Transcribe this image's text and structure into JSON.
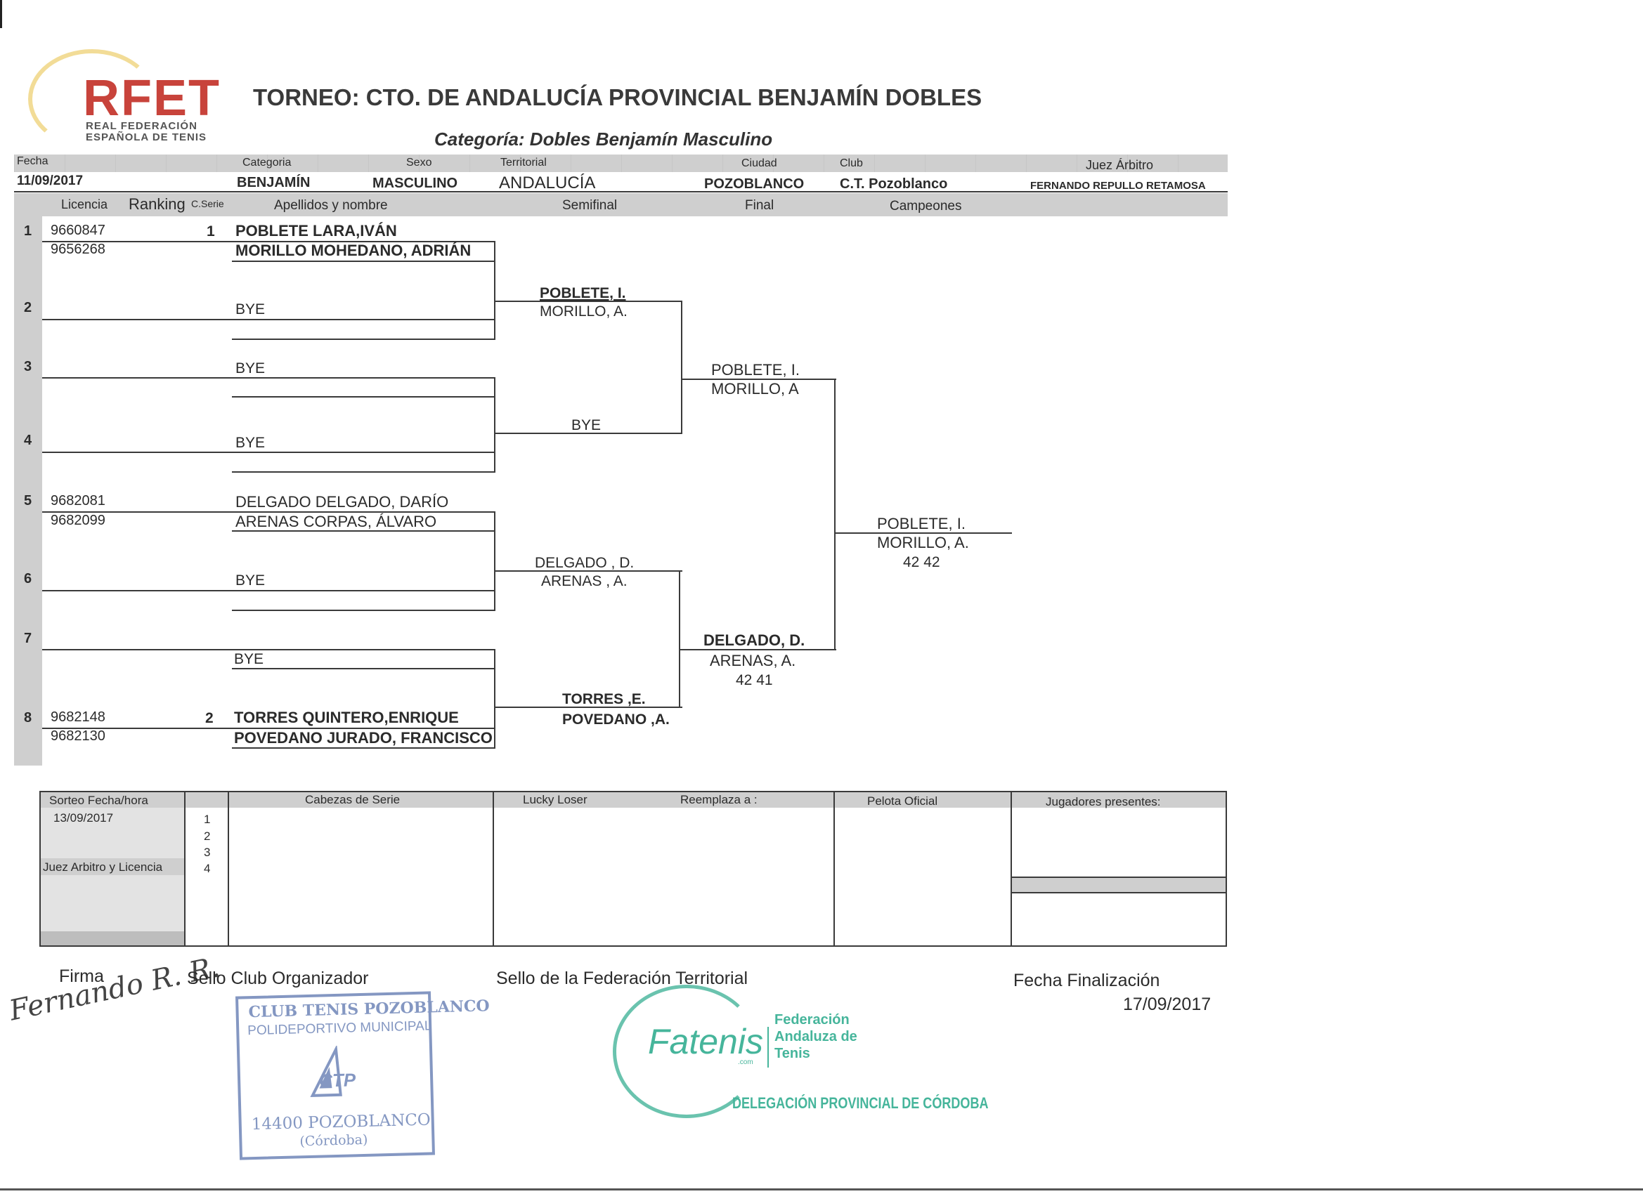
{
  "logo": {
    "text": "RFET",
    "sub1": "REAL FEDERACIÓN",
    "sub2": "ESPAÑOLA DE TENIS"
  },
  "title": "TORNEO:  CTO. DE ANDALUCÍA PROVINCIAL BENJAMÍN DOBLES",
  "subtitle": "Categoría:  Dobles  Benjamín Masculino",
  "info_labels": {
    "fecha": "Fecha",
    "categoria": "Categoria",
    "sexo": "Sexo",
    "territorial": "Territorial",
    "ciudad": "Ciudad",
    "club": "Club",
    "juez": "Juez Árbitro"
  },
  "info_values": {
    "fecha": "11/09/2017",
    "categoria": "BENJAMÍN",
    "sexo": "MASCULINO",
    "territorial": "ANDALUCÍA",
    "ciudad": "POZOBLANCO",
    "club": "C.T. Pozoblanco",
    "juez": "FERNANDO REPULLO RETAMOSA"
  },
  "col_headers": {
    "licencia": "Licencia",
    "ranking": "Ranking",
    "cserie": "C.Serie",
    "apellidos": "Apellidos y nombre",
    "semifinal": "Semifinal",
    "final": "Final",
    "campeones": "Campeones"
  },
  "draw": [
    {
      "num": "1",
      "lic1": "9660847",
      "lic2": "9656268",
      "seed": "1",
      "p1": "POBLETE LARA,IVÁN",
      "p2": "MORILLO MOHEDANO, ADRIÁN"
    },
    {
      "num": "2",
      "lic1": "",
      "lic2": "",
      "seed": "",
      "p1": "BYE",
      "p2": ""
    },
    {
      "num": "3",
      "lic1": "",
      "lic2": "",
      "seed": "",
      "p1": "BYE",
      "p2": ""
    },
    {
      "num": "4",
      "lic1": "",
      "lic2": "",
      "seed": "",
      "p1": "BYE",
      "p2": ""
    },
    {
      "num": "5",
      "lic1": "9682081",
      "lic2": "9682099",
      "seed": "",
      "p1": "DELGADO DELGADO, DARÍO",
      "p2": "ARENAS CORPAS, ÁLVARO"
    },
    {
      "num": "6",
      "lic1": "",
      "lic2": "",
      "seed": "",
      "p1": "BYE",
      "p2": ""
    },
    {
      "num": "7",
      "lic1": "",
      "lic2": "",
      "seed": "",
      "p1": "BYE",
      "p2": ""
    },
    {
      "num": "8",
      "lic1": "9682148",
      "lic2": "9682130",
      "seed": "2",
      "p1": "TORRES QUINTERO,ENRIQUE",
      "p2": "POVEDANO JURADO, FRANCISCO"
    }
  ],
  "semifinal": [
    {
      "l1": "POBLETE, I.",
      "l2": "MORILLO, A."
    },
    {
      "l1": "BYE",
      "l2": ""
    },
    {
      "l1": "DELGADO , D.",
      "l2": "ARENAS , A."
    },
    {
      "l1": "TORRES ,E.",
      "l2": "POVEDANO ,A."
    }
  ],
  "final": [
    {
      "l1": "POBLETE, I.",
      "l2": "MORILLO, A",
      "score": ""
    },
    {
      "l1": "DELGADO, D.",
      "l2": "ARENAS, A.",
      "score": "42 41"
    }
  ],
  "champion": {
    "l1": "POBLETE, I.",
    "l2": "MORILLO, A.",
    "score": "42 42"
  },
  "bottom": {
    "sorteo_label": "Sorteo Fecha/hora",
    "sorteo_value": "13/09/2017",
    "juez_label": "Juez Arbitro y Licencia",
    "seed_numbers": [
      "1",
      "2",
      "3",
      "4"
    ],
    "cabezas": "Cabezas de Serie",
    "lucky": "Lucky Loser",
    "reemplaza": "Reemplaza a :",
    "pelota": "Pelota Oficial",
    "presentes": "Jugadores presentes:"
  },
  "footer": {
    "firma": "Firma",
    "signature": "Fernando R. R.",
    "sello_club": "Sello Club Organizador",
    "sello_fed": "Sello de la Federación Territorial",
    "fecha_fin_label": "Fecha Finalización",
    "fecha_fin_value": "17/09/2017"
  },
  "stamp_club": {
    "l1": "CLUB TENIS POZOBLANCO",
    "l2": "POLIDEPORTIVO MUNICIPAL",
    "l3": "CTP",
    "l4": "14400 POZOBLANCO",
    "l5": "(Córdoba)"
  },
  "stamp_fed": {
    "brand": "Fatenis",
    "com": ".com",
    "f1": "Federación",
    "f2": "Andaluza de",
    "f3": "Tenis",
    "delegacion": "DELEGACIÓN PROVINCIAL DE CÓRDOBA"
  },
  "colors": {
    "rfet_red": "#c8433b",
    "stamp_blue": "#6f86b8",
    "stamp_green": "#46b59b",
    "sheet_gray": "#cfcfcf"
  }
}
